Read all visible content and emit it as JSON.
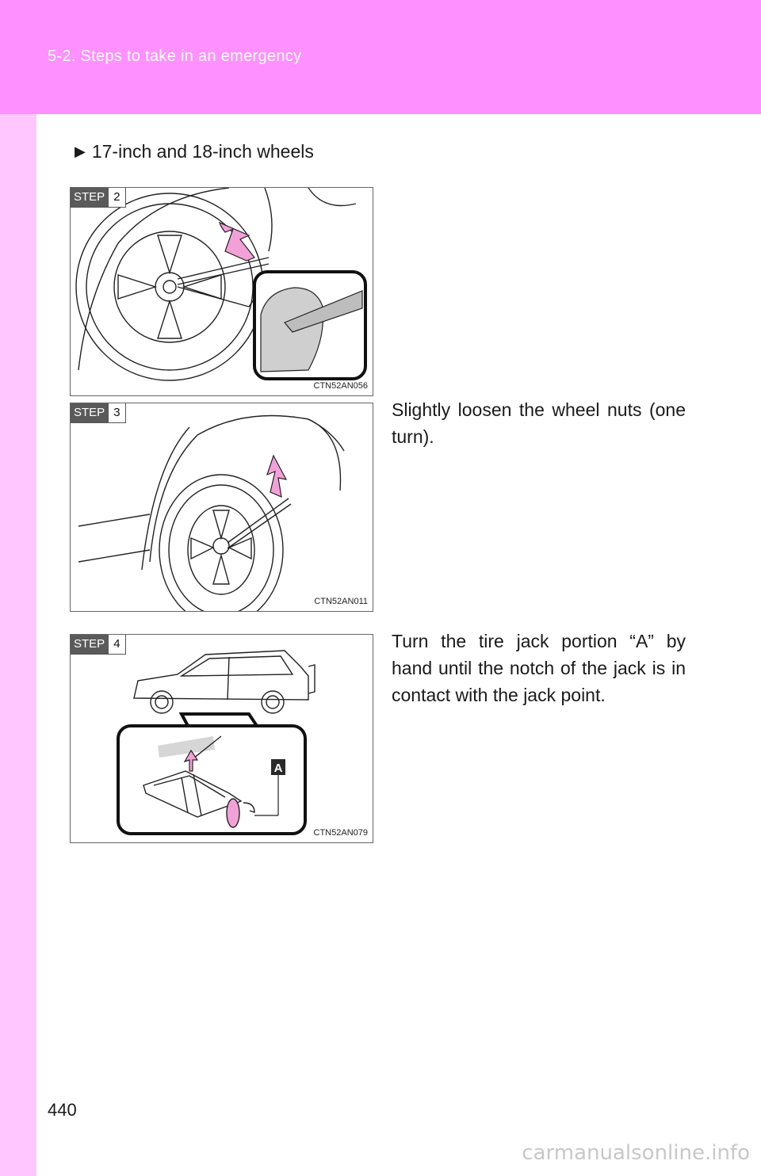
{
  "header": {
    "section_title": "5-2. Steps to take in an emergency"
  },
  "heading": {
    "marker": "▶",
    "text": "17-inch and 18-inch wheels"
  },
  "steps": [
    {
      "tag_word": "STEP",
      "number": "2",
      "figure_code": "CTN52AN056",
      "text": ""
    },
    {
      "tag_word": "STEP",
      "number": "3",
      "figure_code": "CTN52AN011",
      "text": "Slightly loosen the wheel nuts (one turn)."
    },
    {
      "tag_word": "STEP",
      "number": "4",
      "figure_code": "CTN52AN079",
      "text": "Turn the tire jack portion “A” by hand until the notch of the jack is in contact with the jack point.",
      "callout_label": "A"
    }
  ],
  "page_number": "440",
  "watermark": "carmanualsonline.info",
  "colors": {
    "header_band": "#ff90ff",
    "left_strip": "#ffc6ff",
    "arrow_pink": "#f4a0d8",
    "step_tag": "#5a5a5a"
  }
}
